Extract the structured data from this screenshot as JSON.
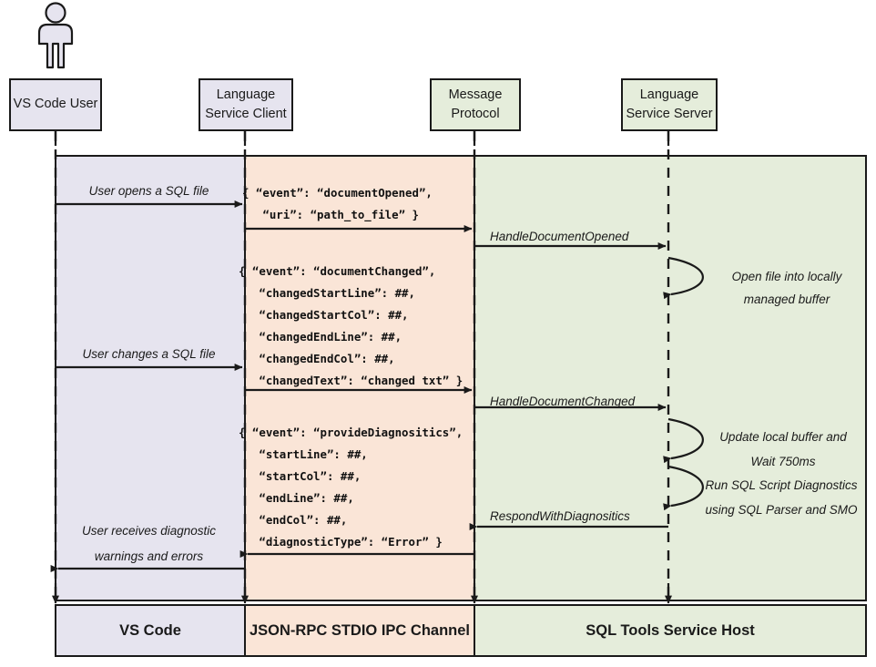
{
  "diagram": {
    "title": "VS Code SQL Tools language service sequence diagram",
    "colors": {
      "vscode_lane": "#e6e4ef",
      "ipc_lane": "#fae5d7",
      "host_lane": "#e5eddb",
      "stroke": "#1a1a1a"
    }
  },
  "actor": {
    "name": "vs-code-user-actor"
  },
  "participants": [
    {
      "id": "vs-code-user",
      "line1": "VS Code User",
      "line2": "",
      "fill": "lav"
    },
    {
      "id": "language-service-client",
      "line1": "Language",
      "line2": "Service Client",
      "fill": "lav"
    },
    {
      "id": "message-protocol",
      "line1": "Message",
      "line2": "Protocol",
      "fill": "grn"
    },
    {
      "id": "language-service-server",
      "line1": "Language",
      "line2": "Service Server",
      "fill": "grn"
    }
  ],
  "messages": [
    {
      "id": "user-opens-sql-file",
      "label": "User opens a SQL file"
    },
    {
      "id": "handle-document-opened",
      "label": "HandleDocumentOpened"
    },
    {
      "id": "user-changes-sql-file",
      "label": "User changes a SQL file"
    },
    {
      "id": "handle-document-changed",
      "label": "HandleDocumentChanged"
    },
    {
      "id": "respond-with-diagnositics",
      "label": "RespondWithDiagnositics"
    }
  ],
  "user_receives": {
    "line1": "User receives diagnostic",
    "line2": "warnings and errors"
  },
  "self_notes": [
    {
      "id": "open-file-note",
      "line1": "Open file into locally",
      "line2": "managed buffer"
    },
    {
      "id": "update-buffer-note",
      "line1": "Update local buffer and",
      "line2": "Wait 750ms"
    },
    {
      "id": "run-diagnostics-note",
      "line1": "Run SQL Script Diagnostics",
      "line2": "using SQL Parser and SMO"
    }
  ],
  "payloads": [
    {
      "id": "document-opened-payload",
      "lines": [
        "{ “event”: “documentOpened”,",
        "   “uri”: “path_to_file” }"
      ]
    },
    {
      "id": "document-changed-payload",
      "lines": [
        "{ “event”: “documentChanged”,",
        "   “changedStartLine”: ##,",
        "   “changedStartCol”: ##,",
        "   “changedEndLine”: ##,",
        "   “changedEndCol”: ##,",
        "   “changedText”: “changed txt” }"
      ]
    },
    {
      "id": "provide-diagnositics-payload",
      "lines": [
        "{ “event”: “provideDiagnositics”,",
        "   “startLine”: ##,",
        "   “startCol”: ##,",
        "   “endLine”: ##,",
        "   “endCol”: ##,",
        "   “diagnosticType”: “Error” }"
      ]
    }
  ],
  "footer": [
    {
      "id": "footer-vs-code",
      "label": "VS Code",
      "fill": "lav"
    },
    {
      "id": "footer-ipc",
      "label": "JSON-RPC STDIO IPC Channel",
      "fill": "pea"
    },
    {
      "id": "footer-host",
      "label": "SQL Tools Service Host",
      "fill": "grn"
    }
  ]
}
